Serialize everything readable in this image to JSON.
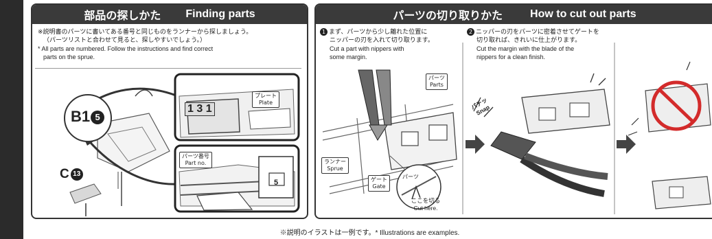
{
  "finding": {
    "title_jp": "部品の探しかた",
    "title_en": "Finding parts",
    "note_jp_1": "※説明書のパーツに書いてある番号と同じものをランナーから探しましょう。",
    "note_jp_2": "（パーツリストと合わせて見ると、探しやすいでしょう。）",
    "note_en_1": "* All parts are numbered. Follow the instructions and find correct",
    "note_en_2": "parts on the sprue.",
    "code_b": "B1",
    "code_b_num": "5",
    "code_c": "C",
    "code_c_num": "13",
    "plate_jp": "プレート",
    "plate_en": "Plate",
    "partno_jp": "パーツ番号",
    "partno_en": "Part no.",
    "sprue_digits": "1 3 1",
    "sprue_digit2": "5"
  },
  "cutting": {
    "title_jp": "パーツの切り取りかた",
    "title_en": "How to cut out parts",
    "step1_num": "1",
    "step1_jp_1": "まず、パーツから少し離れた位置に",
    "step1_jp_2": "ニッパーの刃を入れて切り取ります。",
    "step1_en_1": "Cut a part with nippers with",
    "step1_en_2": "some margin.",
    "step2_num": "2",
    "step2_jp_1": "ニッパーの刃をパーツに密着させてゲートを",
    "step2_jp_2": "切り取れば、きれいに仕上がります。",
    "step2_en_1": "Cut the margin with the blade of the",
    "step2_en_2": "nippers for a clean finish.",
    "parts_jp": "パーツ",
    "parts_en": "Parts",
    "runner_jp": "ランナー",
    "runner_en": "Sprue",
    "gate_jp": "ゲート",
    "gate_en": "Gate",
    "cut_jp": "ここを切る",
    "cut_en": "Cut here.",
    "zoom_parts": "パーツ",
    "snap_jp": "パチッ",
    "snap_en": "Snap"
  },
  "footer": {
    "text": "※説明のイラストは一例です。* Illustrations are examples."
  }
}
